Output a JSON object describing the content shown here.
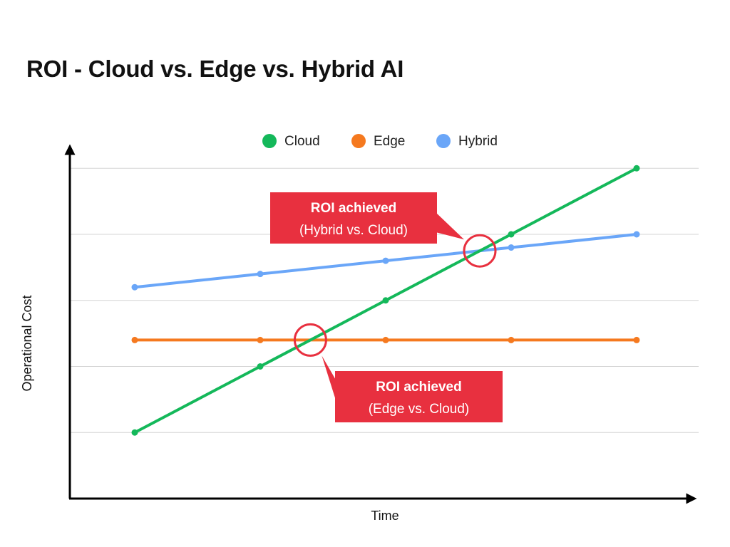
{
  "title": "ROI - Cloud vs. Edge vs. Hybrid AI",
  "chart_data": {
    "type": "line",
    "title": "ROI - Cloud vs. Edge vs. Hybrid AI",
    "xlabel": "Time",
    "ylabel": "Operational Cost",
    "x": [
      1,
      2,
      3,
      4,
      5
    ],
    "ylim": [
      0,
      5
    ],
    "grid": true,
    "legend_position": "top-center",
    "series": [
      {
        "name": "Cloud",
        "color": "#14b85a",
        "values": [
          1.0,
          2.0,
          3.0,
          4.0,
          5.0
        ]
      },
      {
        "name": "Edge",
        "color": "#f5791f",
        "values": [
          2.4,
          2.4,
          2.4,
          2.4,
          2.4
        ]
      },
      {
        "name": "Hybrid",
        "color": "#6aa6f8",
        "values": [
          3.2,
          3.4,
          3.6,
          3.8,
          4.0
        ]
      }
    ],
    "annotations": [
      {
        "title": "ROI achieved",
        "subtitle": "(Hybrid vs. Cloud)",
        "between": [
          "Hybrid",
          "Cloud"
        ]
      },
      {
        "title": "ROI achieved",
        "subtitle": "(Edge vs. Cloud)",
        "between": [
          "Edge",
          "Cloud"
        ]
      }
    ],
    "annotation_color": "#e8303f"
  }
}
